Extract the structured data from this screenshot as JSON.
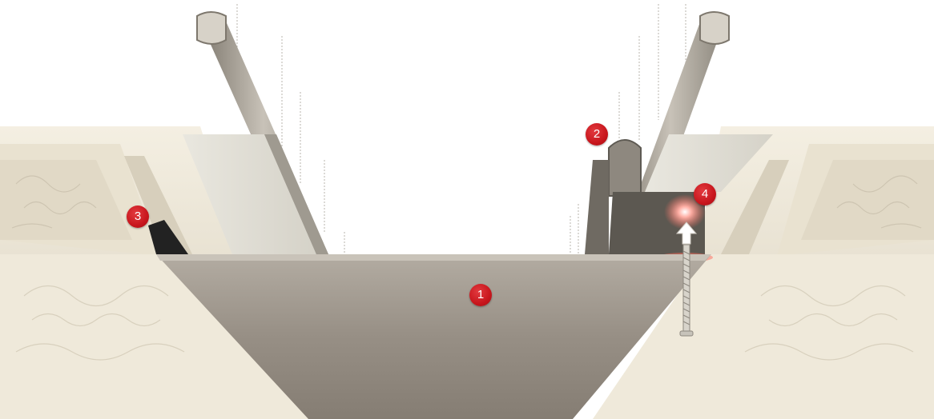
{
  "colors": {
    "callout": "#c8161d",
    "panel": "#9b9288",
    "cornice": "#ece6d6",
    "profile": "#a8a39a",
    "led": "#ff6a5c"
  },
  "callouts": [
    {
      "id": "c1",
      "label": "1"
    },
    {
      "id": "c2",
      "label": "2"
    },
    {
      "id": "c3",
      "label": "3"
    },
    {
      "id": "c4",
      "label": "4"
    }
  ],
  "icons": [
    "arrow-up-icon",
    "screw-icon",
    "led-glow-icon"
  ]
}
